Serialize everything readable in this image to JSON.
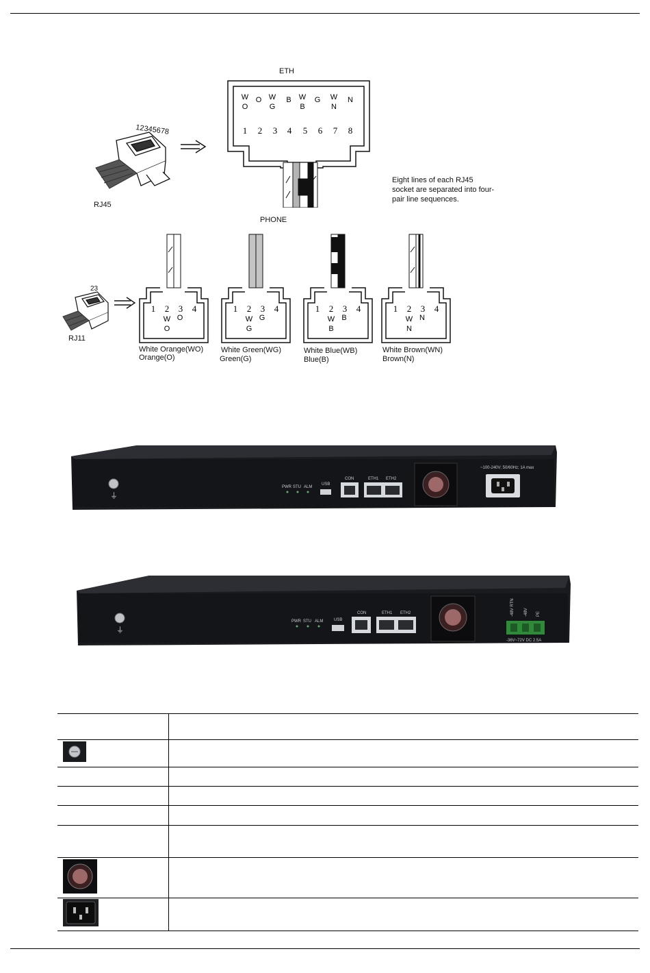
{
  "eth_diagram": {
    "title": "ETH",
    "plug_label": "RJ45",
    "plug_pins": "12345678",
    "letters_top": [
      "W",
      "O",
      "W",
      "B",
      "W",
      "G",
      "W",
      "N"
    ],
    "letters_bottom": [
      "O",
      "",
      "G",
      "",
      "B",
      "",
      "N",
      ""
    ],
    "pins": [
      "1",
      "2",
      "3",
      "4",
      "5",
      "6",
      "7",
      "8"
    ],
    "note_lines": [
      "Eight lines of each RJ45",
      "socket are separated into four-",
      "pair line sequences."
    ]
  },
  "phone_diagram": {
    "title": "PHONE",
    "plug_label": "RJ11",
    "plug_pins": "23",
    "pins": [
      "1",
      "2",
      "3",
      "4"
    ],
    "sockets": [
      {
        "top": [
          "W",
          "O"
        ],
        "bottom": "O",
        "caption_1": "White Orange(WO)",
        "caption_2": "Orange(O)"
      },
      {
        "top": [
          "W",
          "G"
        ],
        "bottom": "G",
        "caption_1": "White Green(WG)",
        "caption_2": "Green(G)"
      },
      {
        "top": [
          "W",
          "B"
        ],
        "bottom": "B",
        "caption_1": "White Blue(WB)",
        "caption_2": "Blue(B)"
      },
      {
        "top": [
          "W",
          "N"
        ],
        "bottom": "N",
        "caption_1": "White Brown(WN)",
        "caption_2": "Brown(N)"
      }
    ]
  },
  "panel_ac": {
    "leds": [
      "PWR",
      "STU",
      "ALM"
    ],
    "usb": "USB",
    "con": "CON",
    "eth1": "ETH1",
    "eth2": "ETH2",
    "power_label": "~100-240V; 50/60Hz; 1A max"
  },
  "panel_dc": {
    "leds": [
      "PWR",
      "STU",
      "ALM"
    ],
    "usb": "USB",
    "con": "CON",
    "eth1": "ETH1",
    "eth2": "ETH2",
    "terminals": [
      "-48V RTN",
      "-48V",
      "PE"
    ],
    "power_label": "-36V~72V DC 2.5A"
  },
  "table": {
    "rows": 8
  }
}
